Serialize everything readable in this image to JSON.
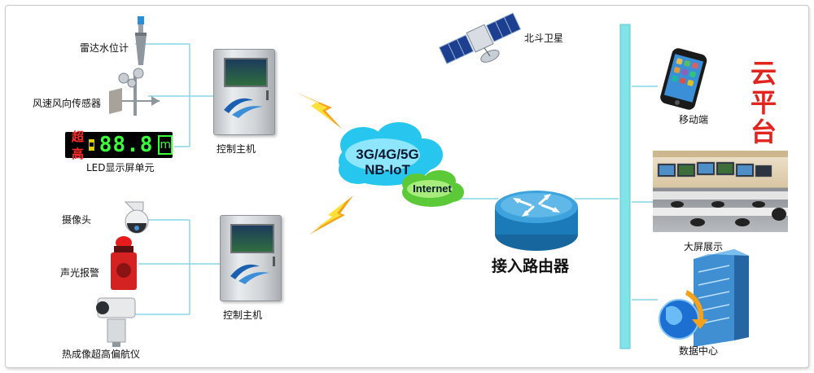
{
  "sensors": {
    "radar": "雷达水位计",
    "wind": "风速风向传感器",
    "led": "LED显示屏单元",
    "camera": "摄像头",
    "alarm": "声光报警",
    "thermal": "热成像超高偏航仪"
  },
  "led_display": {
    "tag": "超高",
    "value": "88.8",
    "unit": "m"
  },
  "hosts": {
    "top": "控制主机",
    "bottom": "控制主机"
  },
  "network": {
    "cloud_line1": "3G/4G/5G",
    "cloud_line2": "NB-IoT",
    "internet": "Internet",
    "satellite": "北斗卫星",
    "router": "接入路由器"
  },
  "platform": {
    "title": "云平台",
    "mobile": "移动端",
    "big_screen": "大屏展示",
    "data_center": "数据中心"
  },
  "colors": {
    "bus": "#7fe3e8",
    "line": "#7fd2e0",
    "accent_red": "#e3231d"
  }
}
